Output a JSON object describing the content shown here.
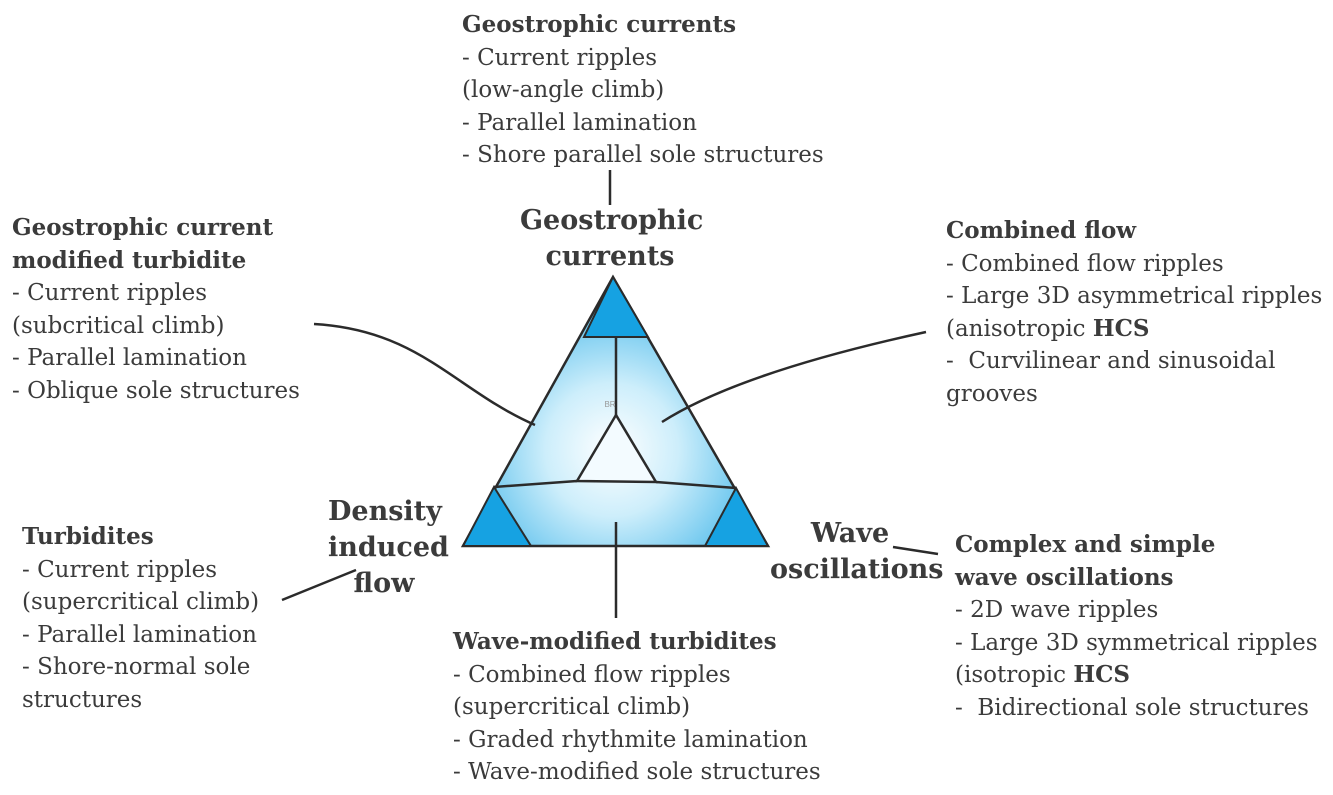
{
  "vertices": {
    "top": [
      "Geostrophic",
      "currents"
    ],
    "left": [
      "Density",
      "induced",
      "flow"
    ],
    "right": [
      "Wave",
      "oscillations"
    ]
  },
  "center_mark": "BR",
  "blocks": {
    "geostrophic": {
      "title": [
        "Geostrophic currents"
      ],
      "lines": [
        "- Current ripples",
        "(low-angle climb)",
        "- Parallel lamination",
        "- Shore parallel sole structures"
      ]
    },
    "gcmt": {
      "title": [
        "Geostrophic current",
        "modified turbidite"
      ],
      "lines": [
        "- Current ripples",
        "(subcritical climb)",
        "- Parallel lamination",
        "- Oblique sole structures"
      ]
    },
    "combined": {
      "title": [
        "Combined flow"
      ],
      "lines": [
        "- Combined flow ripples",
        "- Large 3D asymmetrical ripples"
      ],
      "hcs_prefix": "(anisotropic ",
      "hcs": "HCS",
      "after": [
        "-  Curvilinear and sinusoidal",
        "grooves"
      ]
    },
    "turbidites": {
      "title": [
        "Turbidites"
      ],
      "lines": [
        "- Current ripples",
        "(supercritical climb)",
        "- Parallel lamination",
        "- Shore-normal sole",
        "structures"
      ]
    },
    "wmt": {
      "title": [
        "Wave-modified turbidites"
      ],
      "lines": [
        "- Combined flow ripples",
        "(supercritical climb)",
        "- Graded rhythmite lamination",
        "- Wave-modified sole structures"
      ]
    },
    "complex": {
      "title": [
        "Complex and simple",
        "wave oscillations"
      ],
      "lines": [
        "- 2D wave ripples",
        "- Large 3D symmetrical ripples"
      ],
      "hcs_prefix": "(isotropic ",
      "hcs": "HCS",
      "after": [
        "-  Bidirectional sole structures"
      ]
    }
  }
}
